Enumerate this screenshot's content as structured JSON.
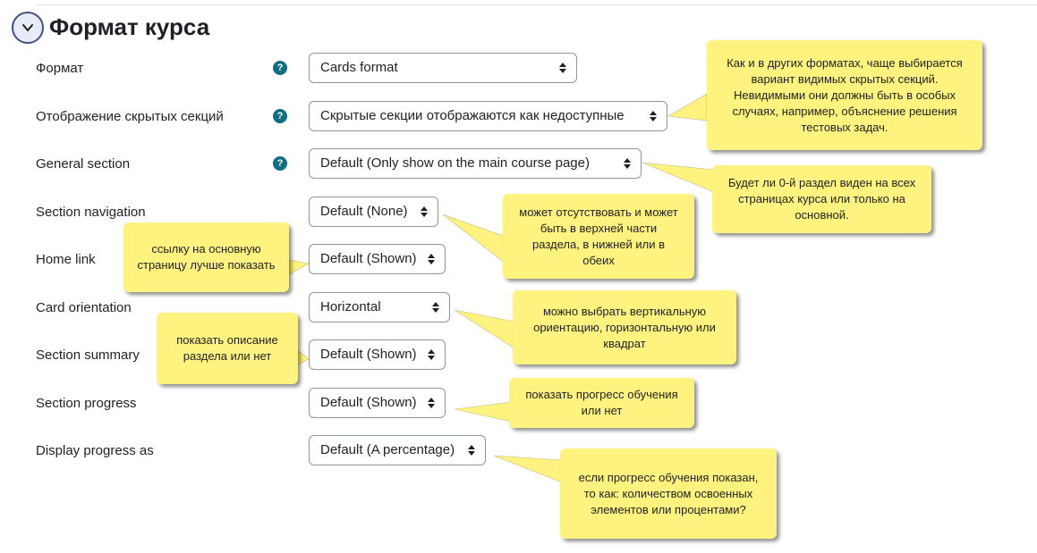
{
  "section": {
    "title": "Формат курса",
    "collapse_icon": "chevron-down-icon"
  },
  "fields": [
    {
      "label": "Формат",
      "help": "?",
      "value": "Cards format"
    },
    {
      "label": "Отображение скрытых секций",
      "help": "?",
      "value": "Скрытые секции отображаются как недоступные"
    },
    {
      "label": "General section",
      "help": "?",
      "value": "Default (Only show on the main course page)"
    },
    {
      "label": "Section navigation",
      "value": "Default (None)"
    },
    {
      "label": "Home link",
      "value": "Default (Shown)"
    },
    {
      "label": "Card orientation",
      "value": "Horizontal"
    },
    {
      "label": "Section summary",
      "value": "Default (Shown)"
    },
    {
      "label": "Section progress",
      "value": "Default (Shown)"
    },
    {
      "label": "Display progress as",
      "value": "Default (A percentage)"
    }
  ],
  "notes": [
    "Как и в других форматах, чаще выбирается вариант видимых скрытых секций. Невидимыми они должны быть в особых случаях, например, объяснение решения тестовых задач.",
    "Будет ли 0-й раздел виден на всех страницах курса или только на основной.",
    "может отсутствовать и может быть в верхней части раздела, в нижней или в обеих",
    "ссылку на основную страницу лучше показать",
    "можно выбрать вертикальную ориентацию, горизонтальную или квадрат",
    "показать описание раздела или нет",
    "показать прогресс обучения или нет",
    "если прогресс обучения показан, то как: количеством освоенных элементов или процентами?"
  ],
  "colors": {
    "note_bg": "#fff37f",
    "help_icon": "#0f6e84",
    "collapse_border": "#3d4f8c"
  }
}
